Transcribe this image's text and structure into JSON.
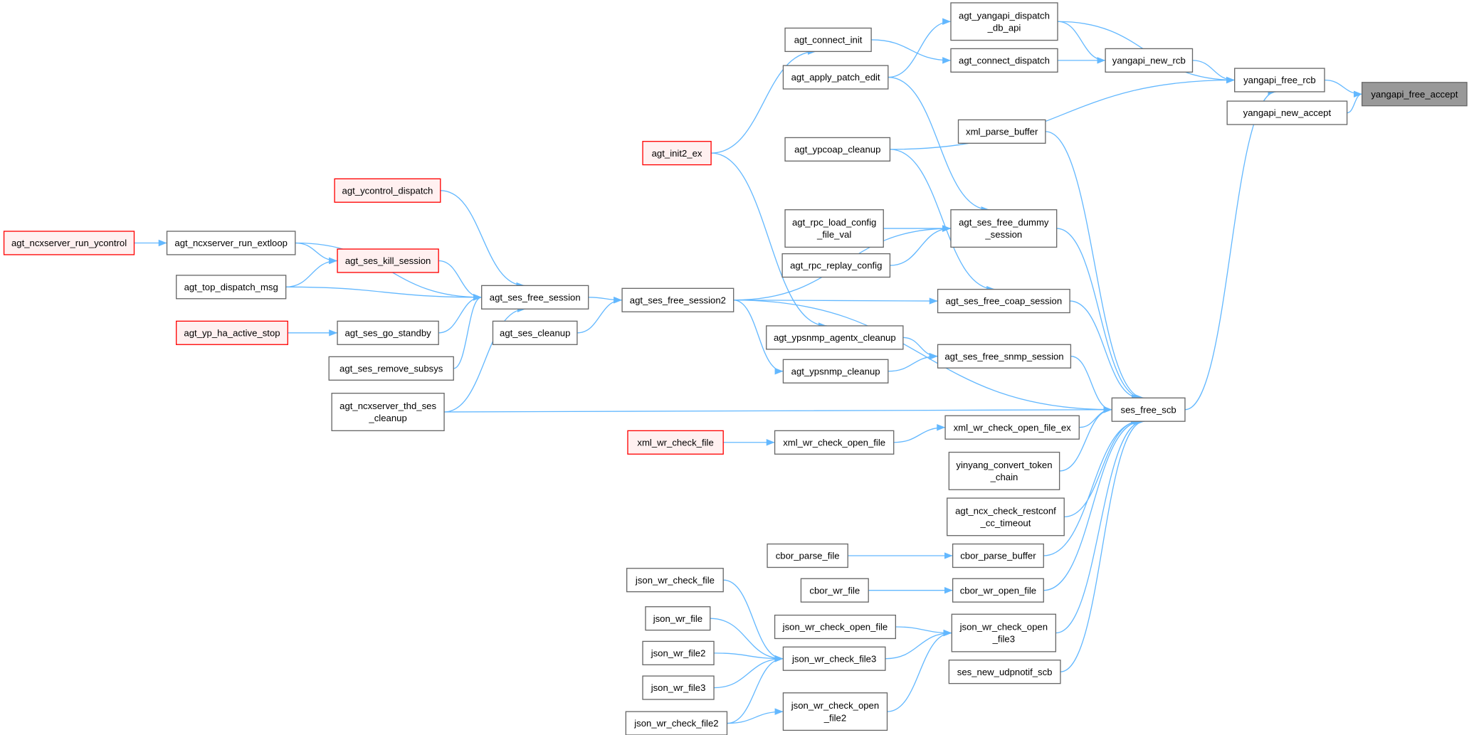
{
  "colors": {
    "edge": "#63b8ff",
    "highlight_fill": "#999999",
    "red_border": "#ff0000",
    "red_fill": "#fff0f0",
    "border": "#666666"
  },
  "nodes": [
    {
      "id": "yangapi_free_accept",
      "lines": [
        "yangapi_free_accept"
      ],
      "style": "gray"
    },
    {
      "id": "yangapi_free_rcb",
      "lines": [
        "yangapi_free_rcb"
      ],
      "style": ""
    },
    {
      "id": "yangapi_new_accept",
      "lines": [
        "yangapi_new_accept"
      ],
      "style": ""
    },
    {
      "id": "agt_yangapi_dispatch_db_api",
      "lines": [
        "agt_yangapi_dispatch",
        "_db_api"
      ],
      "style": ""
    },
    {
      "id": "yangapi_new_rcb",
      "lines": [
        "yangapi_new_rcb"
      ],
      "style": ""
    },
    {
      "id": "agt_connect_dispatch",
      "lines": [
        "agt_connect_dispatch"
      ],
      "style": ""
    },
    {
      "id": "agt_connect_init",
      "lines": [
        "agt_connect_init"
      ],
      "style": ""
    },
    {
      "id": "agt_apply_patch_edit",
      "lines": [
        "agt_apply_patch_edit"
      ],
      "style": ""
    },
    {
      "id": "xml_parse_buffer",
      "lines": [
        "xml_parse_buffer"
      ],
      "style": ""
    },
    {
      "id": "agt_ypcoap_cleanup",
      "lines": [
        "agt_ypcoap_cleanup"
      ],
      "style": ""
    },
    {
      "id": "agt_init2_ex",
      "lines": [
        "agt_init2_ex"
      ],
      "style": "red"
    },
    {
      "id": "agt_ycontrol_dispatch",
      "lines": [
        "agt_ycontrol_dispatch"
      ],
      "style": "red"
    },
    {
      "id": "agt_ncxserver_run_ycontrol",
      "lines": [
        "agt_ncxserver_run_ycontrol"
      ],
      "style": "red"
    },
    {
      "id": "agt_ncxserver_run_extloop",
      "lines": [
        "agt_ncxserver_run_extloop"
      ],
      "style": ""
    },
    {
      "id": "agt_ses_kill_session",
      "lines": [
        "agt_ses_kill_session"
      ],
      "style": "red"
    },
    {
      "id": "agt_top_dispatch_msg",
      "lines": [
        "agt_top_dispatch_msg"
      ],
      "style": ""
    },
    {
      "id": "agt_ses_free_session",
      "lines": [
        "agt_ses_free_session"
      ],
      "style": ""
    },
    {
      "id": "agt_ses_free_session2",
      "lines": [
        "agt_ses_free_session2"
      ],
      "style": ""
    },
    {
      "id": "agt_rpc_load_config_file_val",
      "lines": [
        "agt_rpc_load_config",
        "_file_val"
      ],
      "style": ""
    },
    {
      "id": "agt_ses_free_dummy_session",
      "lines": [
        "agt_ses_free_dummy",
        "_session"
      ],
      "style": ""
    },
    {
      "id": "agt_rpc_replay_config",
      "lines": [
        "agt_rpc_replay_config"
      ],
      "style": ""
    },
    {
      "id": "agt_ses_free_coap_session",
      "lines": [
        "agt_ses_free_coap_session"
      ],
      "style": ""
    },
    {
      "id": "agt_yp_ha_active_stop",
      "lines": [
        "agt_yp_ha_active_stop"
      ],
      "style": "red"
    },
    {
      "id": "agt_ses_go_standby",
      "lines": [
        "agt_ses_go_standby"
      ],
      "style": ""
    },
    {
      "id": "agt_ses_cleanup",
      "lines": [
        "agt_ses_cleanup"
      ],
      "style": ""
    },
    {
      "id": "agt_ypsnmp_agentx_cleanup",
      "lines": [
        "agt_ypsnmp_agentx_cleanup"
      ],
      "style": ""
    },
    {
      "id": "agt_ses_free_snmp_session",
      "lines": [
        "agt_ses_free_snmp_session"
      ],
      "style": ""
    },
    {
      "id": "agt_ypsnmp_cleanup",
      "lines": [
        "agt_ypsnmp_cleanup"
      ],
      "style": ""
    },
    {
      "id": "agt_ses_remove_subsys",
      "lines": [
        "agt_ses_remove_subsys"
      ],
      "style": ""
    },
    {
      "id": "agt_ncxserver_thd_ses_cleanup",
      "lines": [
        "agt_ncxserver_thd_ses",
        "_cleanup"
      ],
      "style": ""
    },
    {
      "id": "ses_free_scb",
      "lines": [
        "ses_free_scb"
      ],
      "style": ""
    },
    {
      "id": "xml_wr_check_open_file_ex",
      "lines": [
        "xml_wr_check_open_file_ex"
      ],
      "style": ""
    },
    {
      "id": "xml_wr_check_file",
      "lines": [
        "xml_wr_check_file"
      ],
      "style": "red"
    },
    {
      "id": "xml_wr_check_open_file",
      "lines": [
        "xml_wr_check_open_file"
      ],
      "style": ""
    },
    {
      "id": "yinyang_convert_token_chain",
      "lines": [
        "yinyang_convert_token",
        "_chain"
      ],
      "style": ""
    },
    {
      "id": "agt_ncx_check_restconf_cc_timeout",
      "lines": [
        "agt_ncx_check_restconf",
        "_cc_timeout"
      ],
      "style": ""
    },
    {
      "id": "cbor_parse_file",
      "lines": [
        "cbor_parse_file"
      ],
      "style": ""
    },
    {
      "id": "cbor_parse_buffer",
      "lines": [
        "cbor_parse_buffer"
      ],
      "style": ""
    },
    {
      "id": "cbor_wr_file",
      "lines": [
        "cbor_wr_file"
      ],
      "style": ""
    },
    {
      "id": "cbor_wr_open_file",
      "lines": [
        "cbor_wr_open_file"
      ],
      "style": ""
    },
    {
      "id": "json_wr_check_file",
      "lines": [
        "json_wr_check_file"
      ],
      "style": ""
    },
    {
      "id": "json_wr_file",
      "lines": [
        "json_wr_file"
      ],
      "style": ""
    },
    {
      "id": "json_wr_check_open_file",
      "lines": [
        "json_wr_check_open_file"
      ],
      "style": ""
    },
    {
      "id": "json_wr_check_open_file3",
      "lines": [
        "json_wr_check_open",
        "_file3"
      ],
      "style": ""
    },
    {
      "id": "json_wr_file2",
      "lines": [
        "json_wr_file2"
      ],
      "style": ""
    },
    {
      "id": "json_wr_check_file3",
      "lines": [
        "json_wr_check_file3"
      ],
      "style": ""
    },
    {
      "id": "json_wr_file3",
      "lines": [
        "json_wr_file3"
      ],
      "style": ""
    },
    {
      "id": "json_wr_check_open_file2",
      "lines": [
        "json_wr_check_open",
        "_file2"
      ],
      "style": ""
    },
    {
      "id": "json_wr_check_file2",
      "lines": [
        "json_wr_check_file2"
      ],
      "style": ""
    },
    {
      "id": "ses_new_udpnotif_scb",
      "lines": [
        "ses_new_udpnotif_scb"
      ],
      "style": ""
    }
  ],
  "edges": [
    [
      "yangapi_free_rcb",
      "yangapi_free_accept"
    ],
    [
      "yangapi_new_accept",
      "yangapi_free_accept"
    ],
    [
      "agt_yangapi_dispatch_db_api",
      "yangapi_free_rcb"
    ],
    [
      "agt_yangapi_dispatch_db_api",
      "yangapi_new_rcb"
    ],
    [
      "yangapi_new_rcb",
      "yangapi_free_rcb"
    ],
    [
      "agt_connect_dispatch",
      "yangapi_new_rcb"
    ],
    [
      "agt_connect_init",
      "agt_connect_dispatch"
    ],
    [
      "agt_apply_patch_edit",
      "agt_yangapi_dispatch_db_api"
    ],
    [
      "agt_init2_ex",
      "agt_connect_init"
    ],
    [
      "agt_ypcoap_cleanup",
      "yangapi_free_rcb"
    ],
    [
      "ses_free_scb",
      "yangapi_free_rcb"
    ],
    [
      "agt_apply_patch_edit",
      "agt_ses_free_dummy_session"
    ],
    [
      "agt_ypcoap_cleanup",
      "agt_ses_free_coap_session"
    ],
    [
      "agt_init2_ex",
      "agt_ypsnmp_agentx_cleanup"
    ],
    [
      "agt_rpc_load_config_file_val",
      "agt_ses_free_dummy_session"
    ],
    [
      "agt_rpc_replay_config",
      "agt_ses_free_dummy_session"
    ],
    [
      "agt_ses_free_session2",
      "agt_ses_free_dummy_session"
    ],
    [
      "agt_ses_free_session2",
      "ses_free_scb"
    ],
    [
      "agt_ses_free_session2",
      "agt_ses_free_coap_session"
    ],
    [
      "agt_ses_free_session2",
      "agt_ypsnmp_cleanup"
    ],
    [
      "agt_ses_free_session",
      "agt_ses_free_session2"
    ],
    [
      "agt_ses_cleanup",
      "agt_ses_free_session2"
    ],
    [
      "agt_ycontrol_dispatch",
      "agt_ses_free_session"
    ],
    [
      "agt_ncxserver_run_extloop",
      "agt_ses_free_session"
    ],
    [
      "agt_ncxserver_run_extloop",
      "agt_ses_kill_session"
    ],
    [
      "agt_ncxserver_run_ycontrol",
      "agt_ncxserver_run_extloop"
    ],
    [
      "agt_top_dispatch_msg",
      "agt_ses_kill_session"
    ],
    [
      "agt_top_dispatch_msg",
      "agt_ses_free_session"
    ],
    [
      "agt_ses_kill_session",
      "agt_ses_free_session"
    ],
    [
      "agt_ses_go_standby",
      "agt_ses_free_session"
    ],
    [
      "agt_yp_ha_active_stop",
      "agt_ses_go_standby"
    ],
    [
      "agt_ses_remove_subsys",
      "agt_ses_free_session"
    ],
    [
      "agt_ncxserver_thd_ses_cleanup",
      "agt_ses_free_session"
    ],
    [
      "agt_ncxserver_thd_ses_cleanup",
      "ses_free_scb"
    ],
    [
      "agt_ypsnmp_agentx_cleanup",
      "agt_ses_free_snmp_session"
    ],
    [
      "agt_ypsnmp_cleanup",
      "agt_ses_free_snmp_session"
    ],
    [
      "agt_ses_free_dummy_session",
      "ses_free_scb"
    ],
    [
      "agt_ses_free_coap_session",
      "ses_free_scb"
    ],
    [
      "agt_ses_free_snmp_session",
      "ses_free_scb"
    ],
    [
      "xml_parse_buffer",
      "ses_free_scb"
    ],
    [
      "xml_wr_check_open_file_ex",
      "ses_free_scb"
    ],
    [
      "xml_wr_check_file",
      "xml_wr_check_open_file"
    ],
    [
      "xml_wr_check_open_file",
      "xml_wr_check_open_file_ex"
    ],
    [
      "yinyang_convert_token_chain",
      "ses_free_scb"
    ],
    [
      "agt_ncx_check_restconf_cc_timeout",
      "ses_free_scb"
    ],
    [
      "cbor_parse_file",
      "cbor_parse_buffer"
    ],
    [
      "cbor_parse_buffer",
      "ses_free_scb"
    ],
    [
      "cbor_wr_file",
      "cbor_wr_open_file"
    ],
    [
      "cbor_wr_open_file",
      "ses_free_scb"
    ],
    [
      "json_wr_check_open_file",
      "json_wr_check_open_file3"
    ],
    [
      "json_wr_check_open_file3",
      "ses_free_scb"
    ],
    [
      "json_wr_check_file3",
      "json_wr_check_open_file3"
    ],
    [
      "json_wr_check_open_file2",
      "json_wr_check_open_file3"
    ],
    [
      "json_wr_check_file",
      "json_wr_check_file3"
    ],
    [
      "json_wr_file",
      "json_wr_check_file3"
    ],
    [
      "json_wr_file2",
      "json_wr_check_file3"
    ],
    [
      "json_wr_file3",
      "json_wr_check_file3"
    ],
    [
      "json_wr_check_file2",
      "json_wr_check_file3"
    ],
    [
      "json_wr_check_file2",
      "json_wr_check_open_file2"
    ],
    [
      "ses_new_udpnotif_scb",
      "ses_free_scb"
    ]
  ]
}
